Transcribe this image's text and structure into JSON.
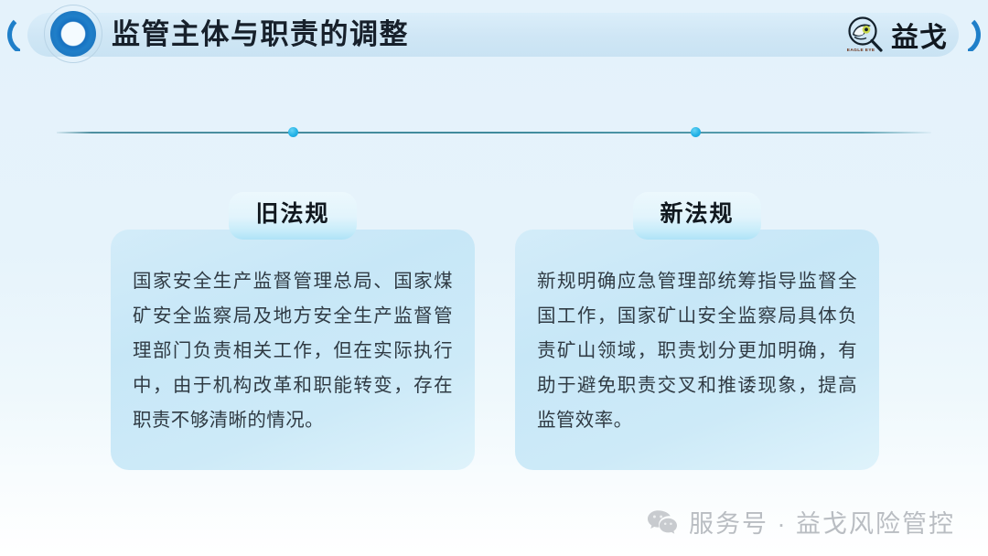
{
  "header": {
    "title": "监管主体与职责的调整",
    "decor_circle_icon": "ring-circle-icon",
    "left_bracket_icon": "left-paren-icon",
    "right_bracket_icon": "right-paren-icon"
  },
  "brand": {
    "mark_icon": "eagle-eye-magnifier-icon",
    "mark_caption": "EAGLE EYE",
    "name": "益戈"
  },
  "timeline": {
    "dot_color": "#23b2e6",
    "line_color": "#3f8a9c",
    "dots": [
      "timeline-dot-old",
      "timeline-dot-new"
    ]
  },
  "cards": [
    {
      "badge": "旧法规",
      "text": "国家安全生产监督管理总局、国家煤矿安全监察局及地方安全生产监督管理部门负责相关工作，但在实际执行中，由于机构改革和职能转变，存在职责不够清晰的情况。"
    },
    {
      "badge": "新法规",
      "text": "新规明确应急管理部统筹指导监督全国工作，国家矿山安全监察局具体负责矿山领域，职责划分更加明确，有助于避免职责交叉和推诿现象，提高监管效率。"
    }
  ],
  "footer": {
    "icon": "wechat-icon",
    "text": "服务号 · 益戈风险管控",
    "text_color": "#b9bdc2"
  }
}
